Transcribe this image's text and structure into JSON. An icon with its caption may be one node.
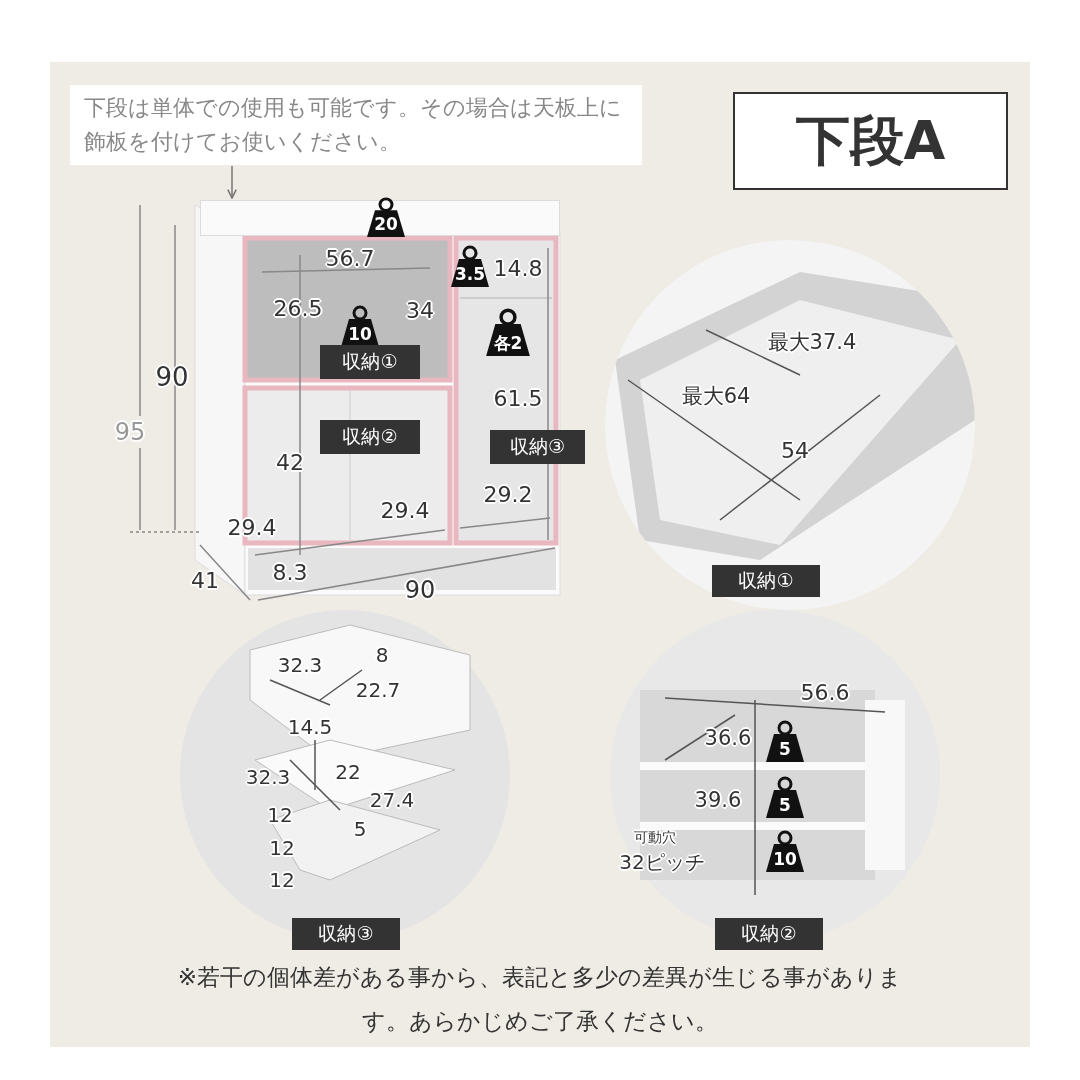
{
  "diagram": {
    "caption": "※若干の個体差がある事から、表記と多少の差異が生じる事があります。あらかじめご了承ください。",
    "nodes": [
      {
        "text": [
          "下段は単体での使用も可能です。その場合は天板上に飾板を付けてお使いください。"
        ]
      },
      {
        "text": [],
        "shape": "box"
      },
      {
        "text": [
          "下段A"
        ]
      },
      {
        "text": [
          "20"
        ],
        "in": 1
      },
      {
        "text": [
          "3.5"
        ]
      },
      {
        "text": [
          "10"
        ]
      },
      {
        "text": [
          "各2"
        ]
      },
      {
        "text": [
          "収納①"
        ]
      },
      {
        "text": [
          "収納②"
        ]
      },
      {
        "text": [
          "収納③"
        ]
      },
      {
        "text": [
          "収納①"
        ]
      },
      {
        "text": [
          "収納③"
        ]
      },
      {
        "text": [
          "5"
        ]
      },
      {
        "text": [
          "5"
        ]
      },
      {
        "text": [
          "10"
        ]
      },
      {
        "text": [
          "収納②"
        ]
      }
    ],
    "edges": [
      {
        "from": 0,
        "to": 1,
        "arrow": "to"
      }
    ],
    "labels": [
      "95",
      "90",
      "56.7",
      "14.8",
      "26.5",
      "34",
      "61.5",
      "42",
      "29.4",
      "29.4",
      "29.2",
      "8.3",
      "41",
      "90",
      "最大37.4",
      "最大64",
      "54",
      "32.3",
      "8",
      "22.7",
      "14.5",
      "32.3",
      "22",
      "27.4",
      "12",
      "5",
      "12",
      "12",
      "56.6",
      "36.6",
      "39.6",
      "可動穴",
      "32ピッチ"
    ]
  }
}
